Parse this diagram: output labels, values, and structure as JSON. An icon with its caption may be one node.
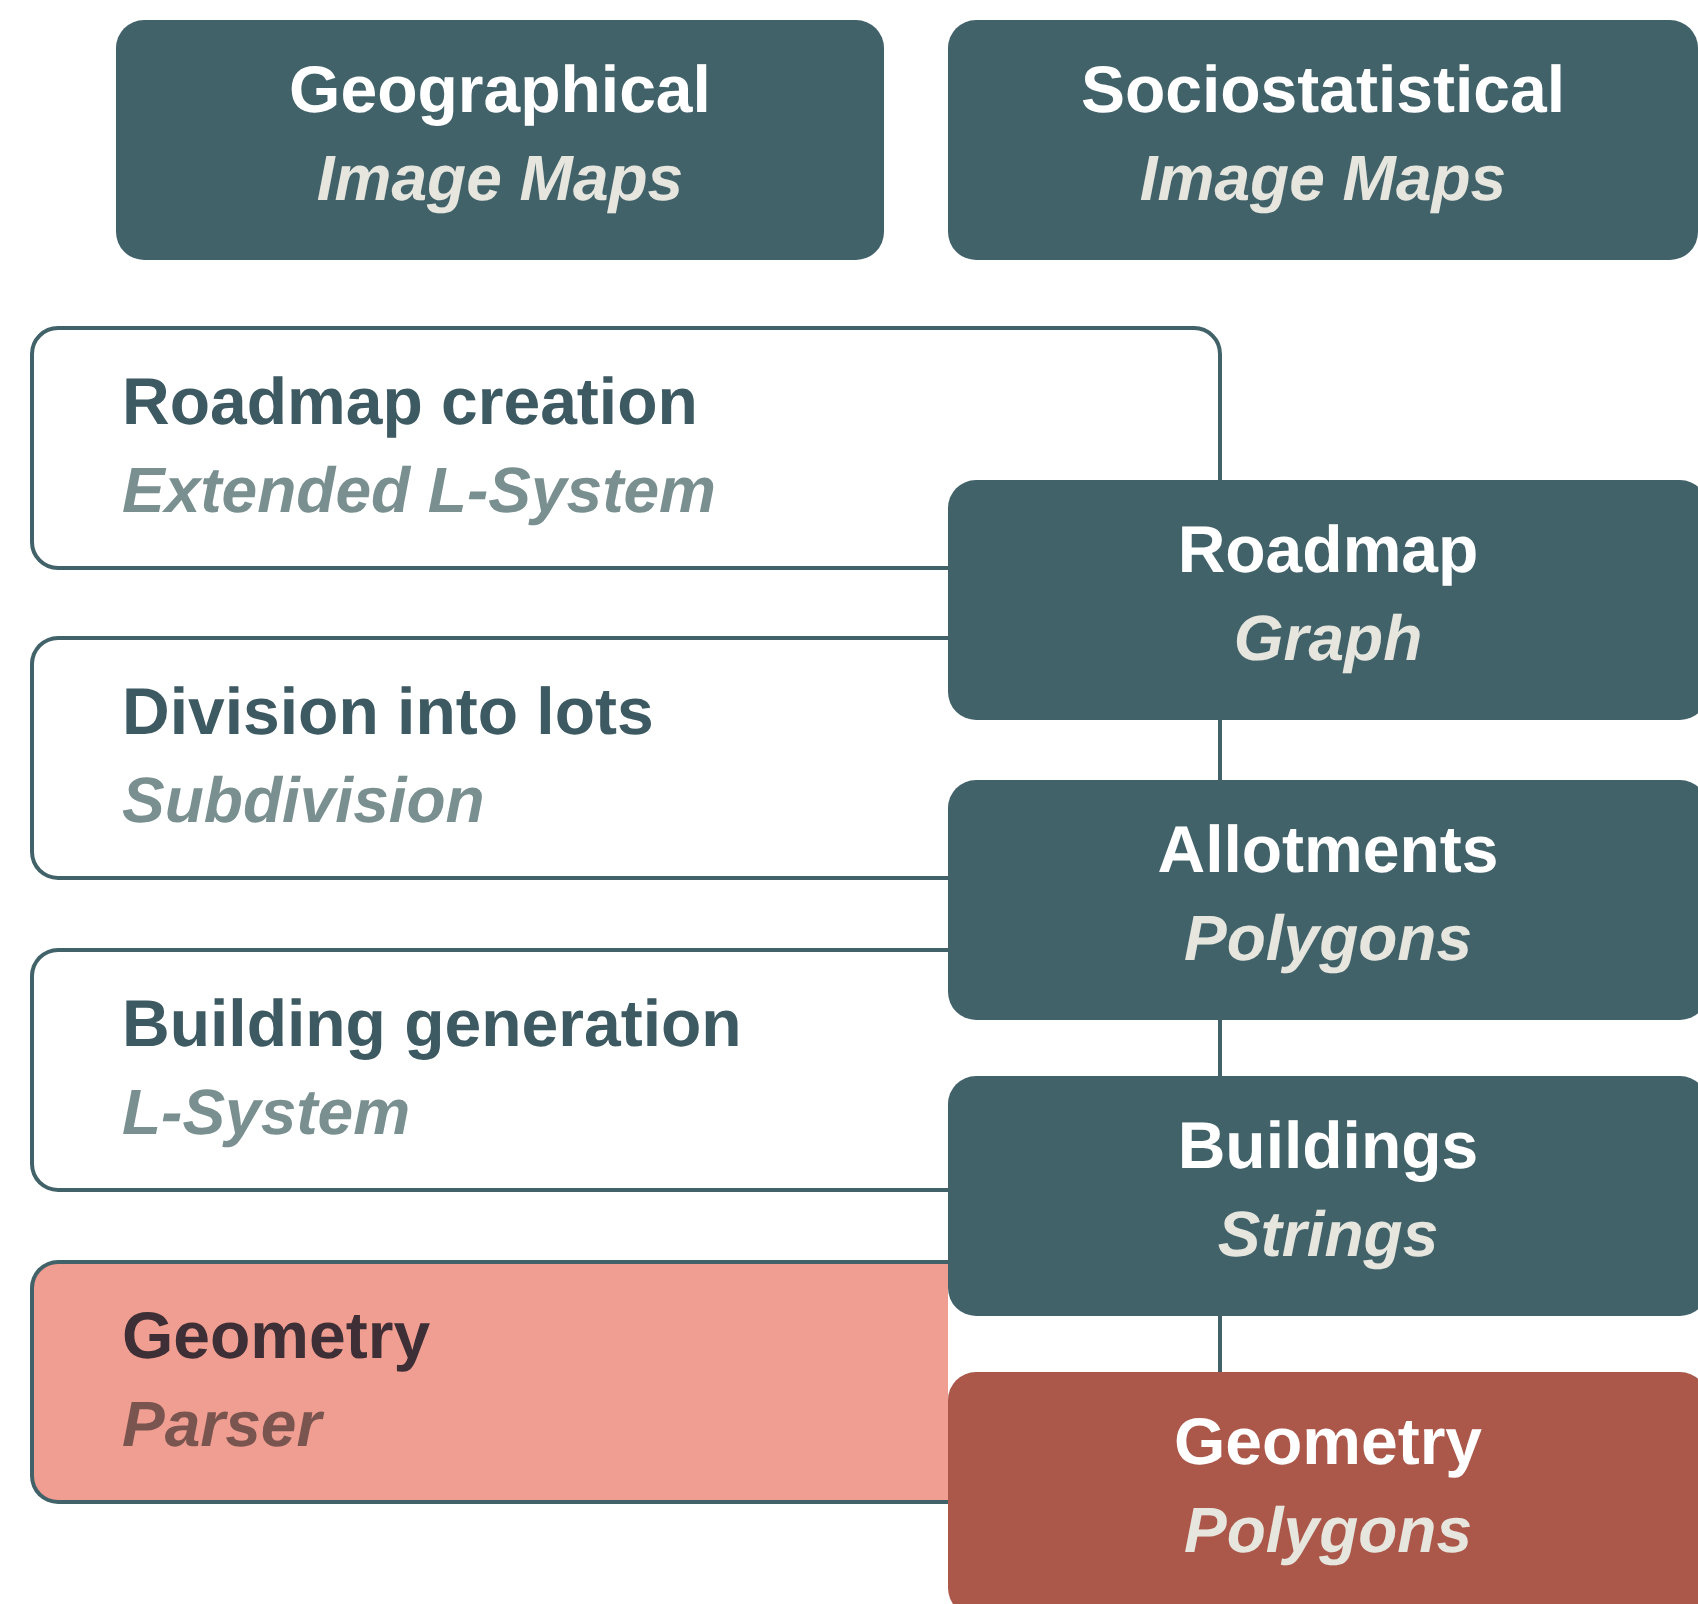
{
  "diagram": {
    "nodes": [
      {
        "text": [
          "Geographical",
          "Image Maps"
        ]
      },
      {
        "text": [
          "Sociostatistical",
          "Image Maps"
        ]
      },
      {
        "text": [
          "Roadmap creation",
          "Extended L-System"
        ]
      },
      {
        "text": [
          "Roadmap",
          "Graph"
        ]
      },
      {
        "text": [
          "Division into lots",
          "Subdivision"
        ]
      },
      {
        "text": [
          "Allotments",
          "Polygons"
        ]
      },
      {
        "text": [
          "Building generation",
          "L-System"
        ]
      },
      {
        "text": [
          "Buildings",
          "Strings"
        ]
      },
      {
        "text": [
          "Geometry",
          "Parser"
        ]
      },
      {
        "text": [
          "Geometry",
          "Polygons"
        ]
      }
    ],
    "edges": []
  }
}
